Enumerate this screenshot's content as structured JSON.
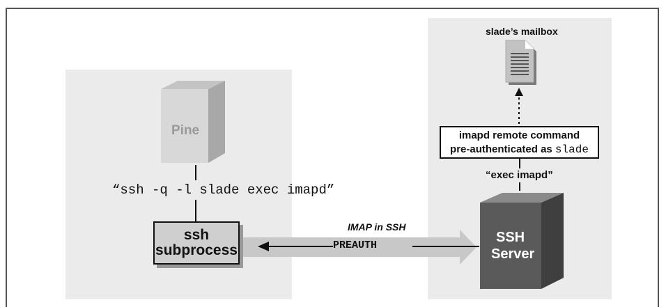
{
  "left": {
    "pine_label": "Pine",
    "command": "“ssh -q -l slade exec imapd”",
    "subprocess_line1": "ssh",
    "subprocess_line2": "subprocess"
  },
  "middle": {
    "channel_label": "IMAP in SSH",
    "preauth_label": "PREAUTH"
  },
  "right": {
    "mailbox_label": "slade’s mailbox",
    "imapd_line1": "imapd remote command",
    "imapd_line2_prefix": "pre-authenticated as ",
    "imapd_line2_user": "slade",
    "exec_label": "“exec imapd”",
    "server_line1": "SSH",
    "server_line2": "Server"
  },
  "colors": {
    "panel": "#ebebeb",
    "pine_box": "#d6d6d6",
    "server_box": "#5a5a5a",
    "arrow": "#c8c8c8"
  }
}
